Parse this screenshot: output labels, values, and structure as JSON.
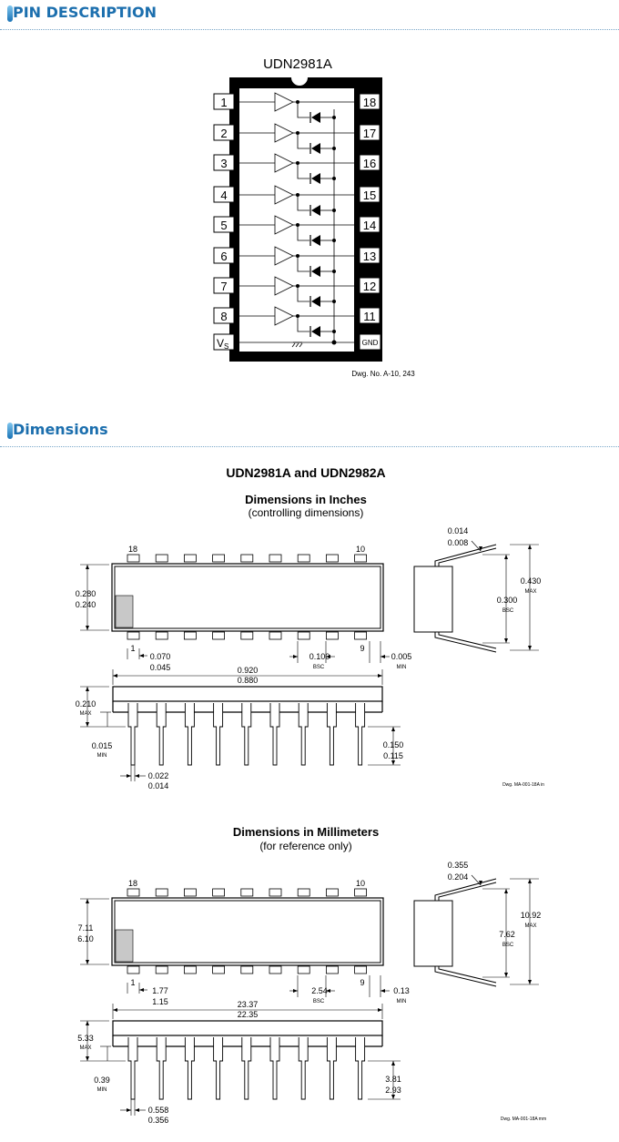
{
  "sections": {
    "pin_description": "PIN DESCRIPTION",
    "dimensions": "Dimensions"
  },
  "pinout": {
    "part": "UDN2981A",
    "left_pins": [
      "1",
      "2",
      "3",
      "4",
      "5",
      "6",
      "7",
      "8"
    ],
    "vs_main": "V",
    "vs_sub": "S",
    "right_pins": [
      "18",
      "17",
      "16",
      "15",
      "14",
      "13",
      "12",
      "11"
    ],
    "gnd": "GND",
    "drawing_no": "Dwg. No. A-10, 243"
  },
  "package_title": "UDN2981A and UDN2982A",
  "inches": {
    "title": "Dimensions in Inches",
    "subtitle": "(controlling dimensions)",
    "pin18": "18",
    "pin10": "10",
    "pin1": "1",
    "pin9": "9",
    "body_width_max": "0.280",
    "body_width_min": "0.240",
    "lead_pitch_max": "0.070",
    "lead_pitch_min": "0.045",
    "pitch": "0.100",
    "bsc": "BSC",
    "end_gap": "0.005",
    "min": "MIN",
    "max": "MAX",
    "length_max": "0.920",
    "length_min": "0.880",
    "height": "0.210",
    "standoff": "0.015",
    "lead_len_max": "0.150",
    "lead_len_min": "0.115",
    "lead_w_max": "0.022",
    "lead_w_min": "0.014",
    "thick_max": "0.014",
    "thick_min": "0.008",
    "row_spacing": "0.300",
    "overall_width": "0.430",
    "drawing_no": "Dwg. MA-001-18A in"
  },
  "mm": {
    "title": "Dimensions in Millimeters",
    "subtitle": "(for reference only)",
    "pin18": "18",
    "pin10": "10",
    "pin1": "1",
    "pin9": "9",
    "body_width_max": "7.11",
    "body_width_min": "6.10",
    "lead_pitch_max": "1.77",
    "lead_pitch_min": "1.15",
    "pitch": "2.54",
    "bsc": "BSC",
    "end_gap": "0.13",
    "min": "MIN",
    "max": "MAX",
    "length_max": "23.37",
    "length_min": "22.35",
    "height": "5.33",
    "standoff": "0.39",
    "lead_len_max": "3.81",
    "lead_len_min": "2.93",
    "lead_w_max": "0.558",
    "lead_w_min": "0.356",
    "thick_max": "0.355",
    "thick_min": "0.204",
    "row_spacing": "7.62",
    "overall_width": "10.92",
    "drawing_no": "Dwg. MA-001-18A mm"
  }
}
